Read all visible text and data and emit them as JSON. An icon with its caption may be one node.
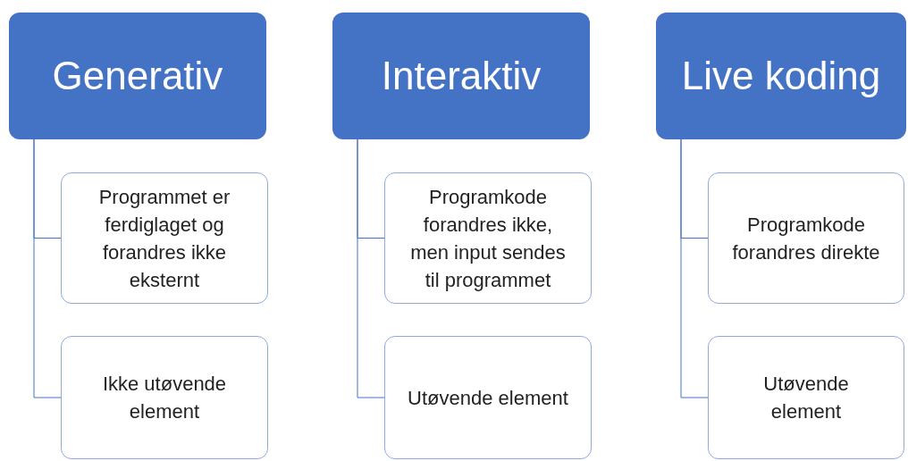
{
  "diagram": {
    "nodes": [
      {
        "text": [
          "Generativ"
        ]
      },
      {
        "text": [
          "Programmet er ferdiglaget og forandres ikke eksternt"
        ]
      },
      {
        "text": [
          "Ikke utøvende element"
        ]
      },
      {
        "text": [
          "Interaktiv"
        ]
      },
      {
        "text": [
          "Programkode forandres ikke, men input sendes til programmet"
        ]
      },
      {
        "text": [
          "Utøvende element"
        ]
      },
      {
        "text": [
          "Live koding"
        ]
      },
      {
        "text": [
          "Programkode forandres direkte"
        ]
      },
      {
        "text": [
          "Utøvende element"
        ]
      }
    ],
    "edges": [
      {
        "from": 0,
        "to": 1,
        "arrow": "none"
      },
      {
        "from": 0,
        "to": 2,
        "arrow": "none"
      },
      {
        "from": 3,
        "to": 4,
        "arrow": "none"
      },
      {
        "from": 3,
        "to": 5,
        "arrow": "none"
      },
      {
        "from": 6,
        "to": 7,
        "arrow": "none"
      },
      {
        "from": 6,
        "to": 8,
        "arrow": "none"
      }
    ]
  }
}
